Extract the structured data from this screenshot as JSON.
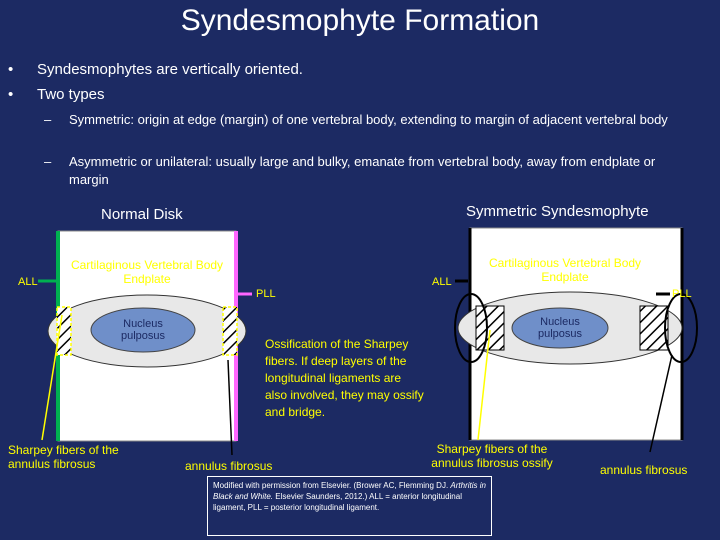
{
  "title": "Syndesmophyte Formation",
  "bullets": [
    "Syndesmophytes are vertically oriented.",
    "Two types"
  ],
  "sub_bullets": [
    "Symmetric: origin at edge (margin) of one vertebral body, extending to margin of adjacent vertebral body",
    "Asymmetric or unilateral: usually large and bulky, emanate from vertebral body, away from endplate or margin"
  ],
  "left_diagram": {
    "heading": "Normal Disk",
    "endplate": "Cartilaginous Vertebral Body Endplate",
    "nucleus": "Nucleus pulposus",
    "all": "ALL",
    "pll": "PLL",
    "sharpey": "Sharpey fibers of the annulus fibrosus",
    "annulus": "annulus fibrosus"
  },
  "middle_note": "Ossification of the Sharpey fibers. If deep layers of the longitudinal ligaments are also involved, they may ossify and bridge.",
  "right_diagram": {
    "heading": "Symmetric Syndesmophyte",
    "endplate": "Cartilaginous Vertebral Body Endplate",
    "nucleus": "Nucleus pulposus",
    "all": "ALL",
    "pll": "PLL",
    "sharpey": "Sharpey fibers of the annulus fibrosus ossify",
    "annulus": "annulus fibrosus"
  },
  "footnote": {
    "line1": "Modified with permission from Elsevier. (Brower AC, Flemming DJ.",
    "italic": "Arthritis in Black and White.",
    "line2": " Elsevier Saunders, 2012.) ALL = anterior longitudinal ligament, PLL = posterior longitudinal ligament."
  },
  "colors": {
    "background": "#1c2a63",
    "label": "#ffff00",
    "all_ligament": "#00b050",
    "pll_ligament": "#ff66ff",
    "nucleus": "#6f8fc9",
    "disk": "#e8e8e8"
  }
}
